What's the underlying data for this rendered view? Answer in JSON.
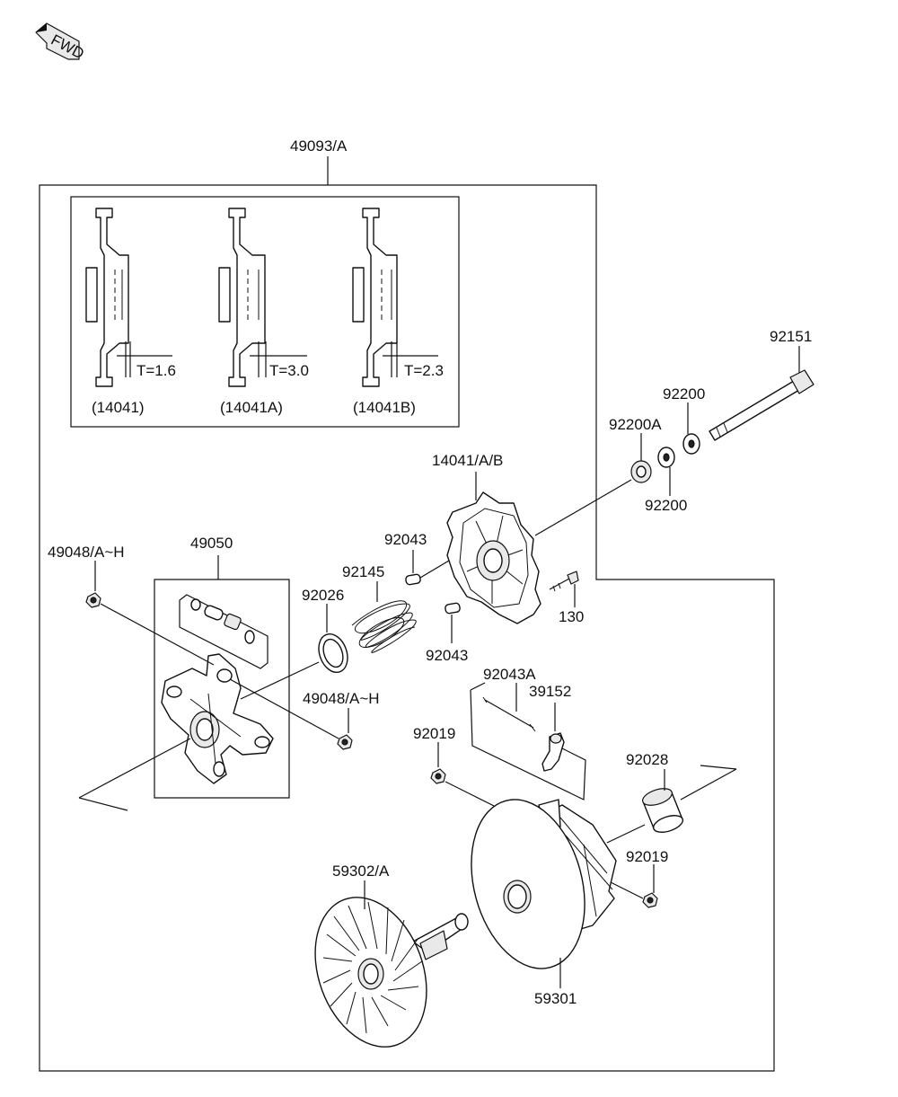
{
  "fwd_badge": "FWD",
  "labels": {
    "assembly": "49093/A",
    "shim_1_t": "T=1.6",
    "shim_2_t": "T=3.0",
    "shim_3_t": "T=2.3",
    "shim_1_part": "(14041)",
    "shim_2_part": "(14041A)",
    "shim_3_part": "(14041B)",
    "bolt": "92151",
    "washer_top": "92200",
    "washer_a": "92200A",
    "washer_bottom": "92200",
    "cover": "14041/A/B",
    "pin_upper": "92043",
    "spring": "92145",
    "oring": "92026",
    "pin_lower": "92043",
    "screw": "130",
    "spider_asm": "49050",
    "nut_left": "49048/A~H",
    "nut_right": "49048/A~H",
    "pin_long": "92043A",
    "weight": "39152",
    "nut_92019_left": "92019",
    "bushing": "92028",
    "nut_92019_right": "92019",
    "fixed_sheave": "59302/A",
    "movable_sheave": "59301"
  }
}
